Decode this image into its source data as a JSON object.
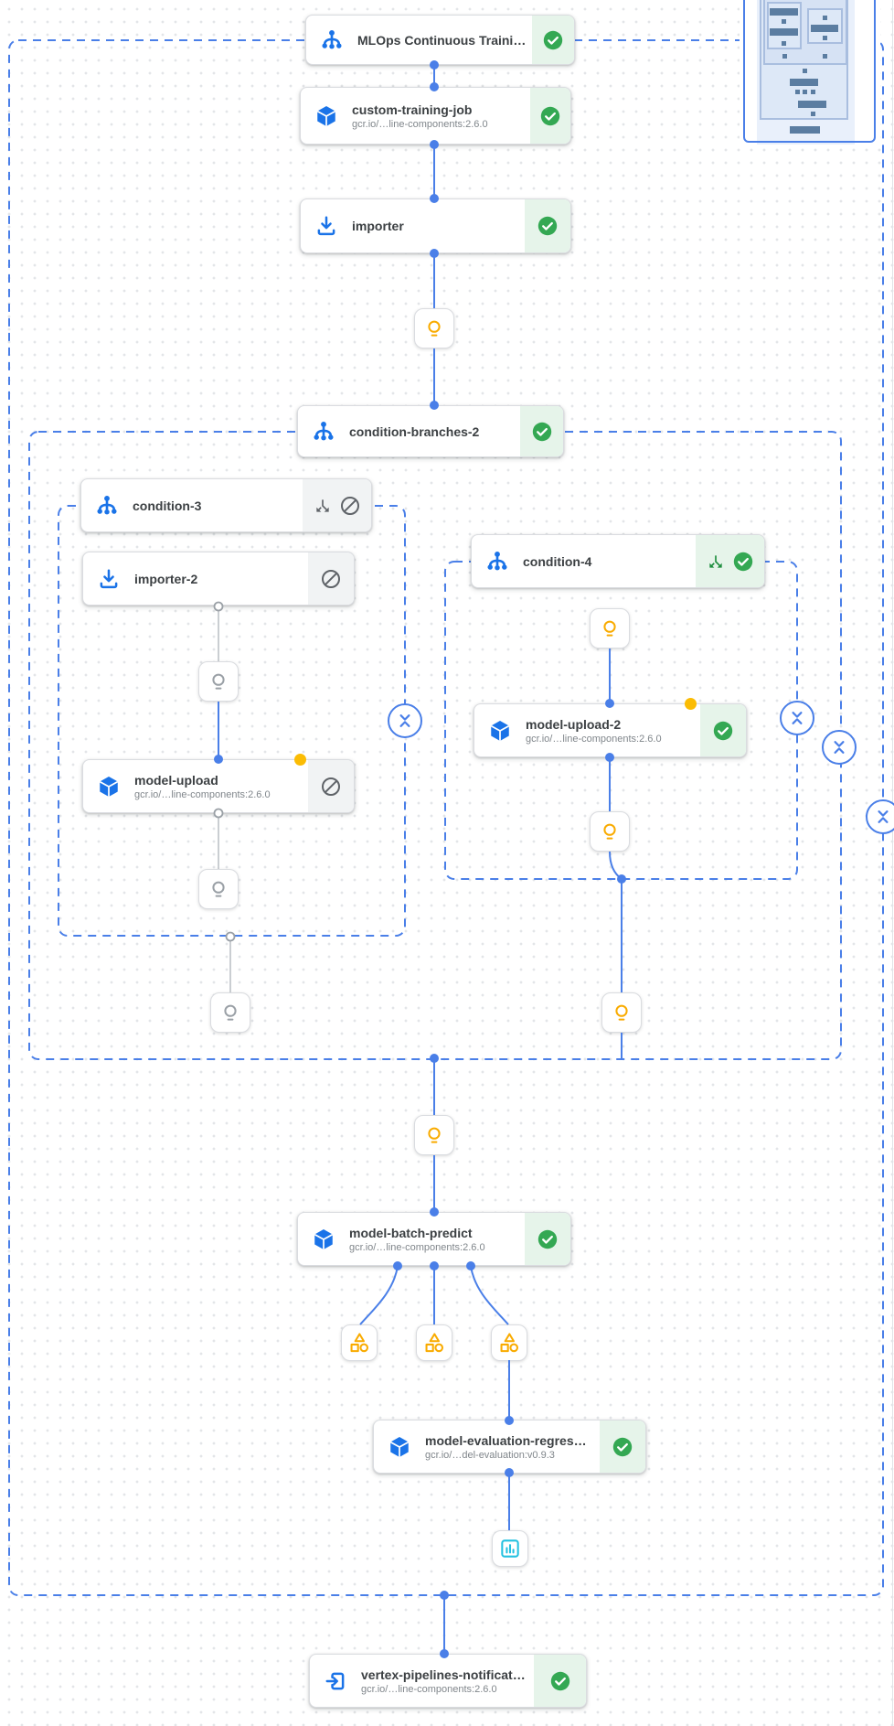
{
  "app": {
    "view": "pipeline-dag-graph"
  },
  "colors": {
    "icon_blue": "#1a73e8",
    "edge_blue": "#4a7fe8",
    "success_green": "#34a853",
    "success_bg": "#e6f4ea",
    "skipped_bg": "#f1f3f4",
    "skipped_gray": "#5f6368",
    "artifact_yellow": "#f9ab00",
    "conditional_dot_yellow": "#fbbc04",
    "metrics_teal": "#24c1e0",
    "edge_gray": "#bdc1c6"
  },
  "nodes": [
    {
      "id": "mlops-root",
      "title": "MLOps Continuous Traini…",
      "icon": "condition-tree-icon",
      "status": "succeeded"
    },
    {
      "id": "custom-training-job",
      "title": "custom-training-job",
      "subtitle": "gcr.io/…line-components:2.6.0",
      "icon": "cube-icon",
      "status": "succeeded"
    },
    {
      "id": "importer",
      "title": "importer",
      "icon": "download-icon",
      "status": "succeeded"
    },
    {
      "id": "condition-branches-2",
      "title": "condition-branches-2",
      "icon": "condition-tree-icon",
      "status": "succeeded"
    },
    {
      "id": "condition-3",
      "title": "condition-3",
      "icon": "condition-tree-icon",
      "status": "skipped",
      "branch_indicator": true
    },
    {
      "id": "importer-2",
      "title": "importer-2",
      "icon": "download-icon",
      "status": "skipped"
    },
    {
      "id": "model-upload",
      "title": "model-upload",
      "subtitle": "gcr.io/…line-components:2.6.0",
      "icon": "cube-icon",
      "status": "skipped",
      "conditional_output_dot": true
    },
    {
      "id": "condition-4",
      "title": "condition-4",
      "icon": "condition-tree-icon",
      "status": "succeeded",
      "branch_indicator": true
    },
    {
      "id": "model-upload-2",
      "title": "model-upload-2",
      "subtitle": "gcr.io/…line-components:2.6.0",
      "icon": "cube-icon",
      "status": "succeeded",
      "conditional_output_dot": true
    },
    {
      "id": "model-batch-predict",
      "title": "model-batch-predict",
      "subtitle": "gcr.io/…line-components:2.6.0",
      "icon": "cube-icon",
      "status": "succeeded"
    },
    {
      "id": "model-evaluation-regression",
      "title": "model-evaluation-regres…",
      "subtitle": "gcr.io/…del-evaluation:v0.9.3",
      "icon": "cube-icon",
      "status": "succeeded"
    },
    {
      "id": "vertex-pipelines-notification",
      "title": "vertex-pipelines-notificat…",
      "subtitle": "gcr.io/…line-components:2.6.0",
      "icon": "exit-to-app-icon",
      "status": "succeeded"
    }
  ],
  "artifacts": [
    {
      "id": "importer-output",
      "icon": "lightbulb-icon",
      "state": "executed",
      "color": "#f9ab00"
    },
    {
      "id": "importer-2-output",
      "icon": "lightbulb-icon",
      "state": "skipped",
      "color": "#9aa0a6"
    },
    {
      "id": "model-upload-output",
      "icon": "lightbulb-icon",
      "state": "skipped",
      "color": "#9aa0a6"
    },
    {
      "id": "condition-4-input",
      "icon": "lightbulb-icon",
      "state": "executed",
      "color": "#f9ab00"
    },
    {
      "id": "model-upload-2-output",
      "icon": "lightbulb-icon",
      "state": "executed",
      "color": "#f9ab00"
    },
    {
      "id": "condition-3-group-output",
      "icon": "lightbulb-icon",
      "state": "skipped",
      "color": "#9aa0a6"
    },
    {
      "id": "condition-4-group-output",
      "icon": "lightbulb-icon",
      "state": "executed",
      "color": "#f9ab00"
    },
    {
      "id": "model-batch-predict-input",
      "icon": "lightbulb-icon",
      "state": "executed",
      "color": "#f9ab00"
    },
    {
      "id": "batch-predict-artifact-1",
      "icon": "artifact-shapes-icon",
      "color": "#f9ab00"
    },
    {
      "id": "batch-predict-artifact-2",
      "icon": "artifact-shapes-icon",
      "color": "#f9ab00"
    },
    {
      "id": "batch-predict-artifact-3",
      "icon": "artifact-shapes-icon",
      "color": "#f9ab00"
    },
    {
      "id": "evaluation-metrics",
      "icon": "metrics-chart-icon",
      "color": "#24c1e0"
    }
  ],
  "controls": {
    "collapse_buttons": 4,
    "collapse_icon": "collapse-vertical-icon",
    "minimap": {
      "icon": "minimap-overview",
      "position": "top-right"
    }
  }
}
